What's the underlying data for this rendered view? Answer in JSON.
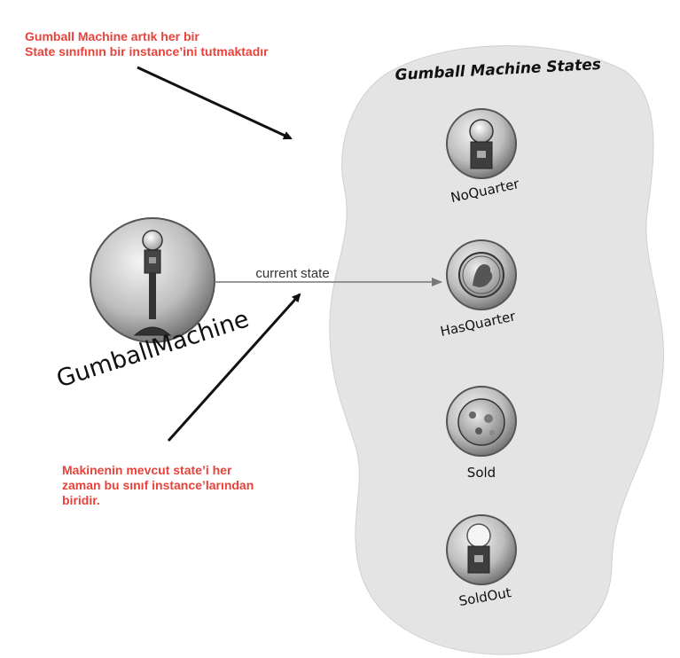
{
  "annotations": {
    "top": [
      "Gumball Machine artık her bir",
      "State sınıfının bir instance’ini tutmaktadır"
    ],
    "bottom": [
      "Makinenin mevcut state’i her",
      "zaman bu sınıf instance’larından",
      "biridir."
    ]
  },
  "context": {
    "label": "GumballMachine"
  },
  "edge": {
    "label": "current state"
  },
  "states_group": {
    "title": "Gumball Machine States"
  },
  "states": [
    {
      "label": "NoQuarter",
      "icon": "gumball-machine-icon"
    },
    {
      "label": "HasQuarter",
      "icon": "quarter-coin-icon"
    },
    {
      "label": "Sold",
      "icon": "gumball-icon"
    },
    {
      "label": "SoldOut",
      "icon": "empty-gumball-machine-icon"
    }
  ],
  "colors": {
    "annotation": "#e8423a",
    "blob": "#e4e4e4",
    "arrow": "#111111",
    "edge": "#777777"
  }
}
